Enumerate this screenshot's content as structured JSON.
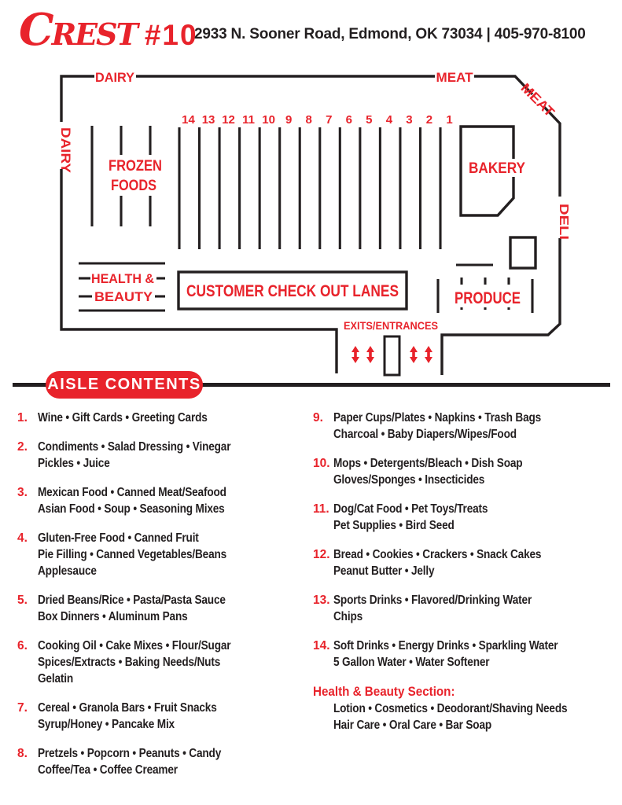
{
  "colors": {
    "red": "#e8232b",
    "ink": "#231f20"
  },
  "header": {
    "logo_c": "C",
    "logo_rest": "REST",
    "logo_number": "#10",
    "address": "2933 N. Sooner Road, Edmond, OK 73034  |  405-970-8100"
  },
  "map": {
    "dairy_top": "DAIRY",
    "meat_top": "MEAT",
    "meat_corner": "MEAT",
    "dairy_left": "DAIRY",
    "deli": "DELI",
    "frozen_1": "FROZEN",
    "frozen_2": "FOODS",
    "bakery": "BAKERY",
    "health_1": "HEALTH &",
    "health_2": "BEAUTY",
    "checkout": "CUSTOMER CHECK OUT LANES",
    "produce": "PRODUCE",
    "exits": "EXITS/ENTRANCES",
    "aisle_numbers": [
      "14",
      "13",
      "12",
      "11",
      "10",
      "9",
      "8",
      "7",
      "6",
      "5",
      "4",
      "3",
      "2",
      "1"
    ]
  },
  "aisle_contents": {
    "title": "AISLE CONTENTS",
    "left": [
      {
        "num": "1.",
        "lines": [
          "Wine • Gift Cards • Greeting Cards"
        ]
      },
      {
        "num": "2.",
        "lines": [
          "Condiments • Salad Dressing • Vinegar",
          "Pickles • Juice"
        ]
      },
      {
        "num": "3.",
        "lines": [
          "Mexican Food • Canned Meat/Seafood",
          "Asian Food • Soup • Seasoning Mixes"
        ]
      },
      {
        "num": "4.",
        "lines": [
          "Gluten-Free Food • Canned Fruit",
          "Pie Filling • Canned Vegetables/Beans",
          "Applesauce"
        ]
      },
      {
        "num": "5.",
        "lines": [
          "Dried Beans/Rice • Pasta/Pasta Sauce",
          "Box Dinners • Aluminum Pans"
        ]
      },
      {
        "num": "6.",
        "lines": [
          "Cooking Oil • Cake Mixes • Flour/Sugar",
          "Spices/Extracts • Baking Needs/Nuts",
          "Gelatin"
        ]
      },
      {
        "num": "7.",
        "lines": [
          "Cereal • Granola Bars • Fruit Snacks",
          "Syrup/Honey • Pancake Mix"
        ]
      },
      {
        "num": "8.",
        "lines": [
          "Pretzels • Popcorn • Peanuts • Candy",
          "Coffee/Tea • Coffee Creamer"
        ]
      }
    ],
    "right": [
      {
        "num": "9.",
        "lines": [
          "Paper Cups/Plates • Napkins • Trash Bags",
          "Charcoal • Baby Diapers/Wipes/Food"
        ]
      },
      {
        "num": "10.",
        "lines": [
          "Mops • Detergents/Bleach • Dish Soap",
          "Gloves/Sponges • Insecticides"
        ]
      },
      {
        "num": "11.",
        "lines": [
          "Dog/Cat Food • Pet Toys/Treats",
          "Pet Supplies • Bird Seed"
        ]
      },
      {
        "num": "12.",
        "lines": [
          "Bread • Cookies • Crackers • Snack Cakes",
          "Peanut Butter • Jelly"
        ]
      },
      {
        "num": "13.",
        "lines": [
          "Sports Drinks • Flavored/Drinking Water",
          "Chips"
        ]
      },
      {
        "num": "14.",
        "lines": [
          "Soft Drinks • Energy Drinks • Sparkling Water",
          "5 Gallon Water • Water Softener"
        ]
      }
    ],
    "health_beauty": {
      "title": "Health & Beauty Section:",
      "lines": [
        "Lotion • Cosmetics • Deodorant/Shaving Needs",
        "Hair Care • Oral Care • Bar Soap"
      ]
    }
  }
}
